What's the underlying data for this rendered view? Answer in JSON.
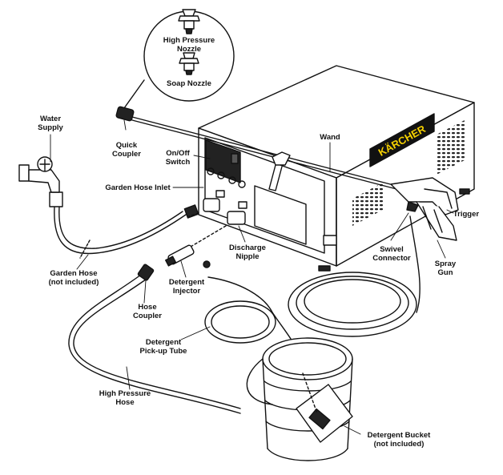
{
  "labels": {
    "high_pressure_nozzle": [
      "High Pressure",
      "Nozzle"
    ],
    "soap_nozzle": [
      "Soap Nozzle"
    ],
    "water_supply": [
      "Water",
      "Supply"
    ],
    "quick_coupler": [
      "Quick",
      "Coupler"
    ],
    "on_off_switch": [
      "On/Off",
      "Switch"
    ],
    "wand": [
      "Wand"
    ],
    "garden_hose_inlet": [
      "Garden Hose Inlet"
    ],
    "trigger": [
      "Trigger"
    ],
    "swivel_connector": [
      "Swivel",
      "Connector"
    ],
    "spray_gun": [
      "Spray",
      "Gun"
    ],
    "discharge_nipple": [
      "Discharge",
      "Nipple"
    ],
    "garden_hose": [
      "Garden Hose",
      "(not included)"
    ],
    "detergent_injector": [
      "Detergent",
      "Injector"
    ],
    "hose_coupler": [
      "Hose",
      "Coupler"
    ],
    "detergent_pickup_tube": [
      "Detergent",
      "Pick-up Tube"
    ],
    "high_pressure_hose": [
      "High Pressure",
      "Hose"
    ],
    "detergent_bucket": [
      "Detergent Bucket",
      "(not included)"
    ]
  },
  "brand": {
    "logo_text": "KÄRCHER",
    "logo_color": "#f5d000"
  }
}
